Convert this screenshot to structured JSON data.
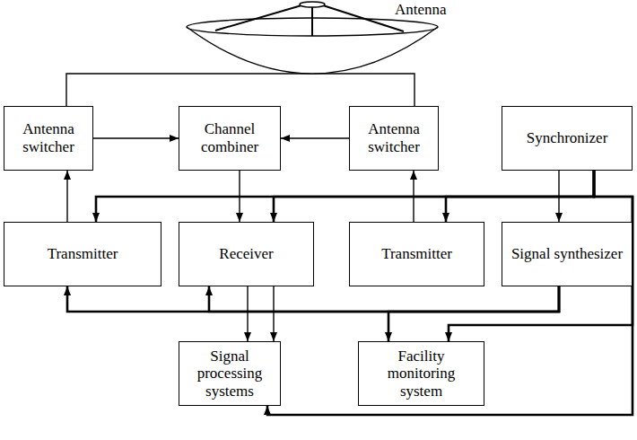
{
  "diagram": {
    "nodes": [
      {
        "text": [
          "Antenna"
        ]
      },
      {
        "text": [
          "Antenna switcher"
        ]
      },
      {
        "text": [
          "Channel combiner"
        ]
      },
      {
        "text": [
          "Antenna switcher"
        ]
      },
      {
        "text": [
          "Synchronizer"
        ]
      },
      {
        "text": [
          "Transmitter"
        ]
      },
      {
        "text": [
          "Receiver"
        ]
      },
      {
        "text": [
          "Transmitter"
        ]
      },
      {
        "text": [
          "Signal synthesizer"
        ]
      },
      {
        "text": [
          "Signal processing systems"
        ]
      },
      {
        "text": [
          "Facility monitoring system"
        ]
      }
    ],
    "edges": [
      {
        "from": 0,
        "to": 1,
        "arrow": "none"
      },
      {
        "from": 0,
        "to": 3,
        "arrow": "none"
      },
      {
        "from": 1,
        "to": 2,
        "arrow": "to"
      },
      {
        "from": 3,
        "to": 2,
        "arrow": "to"
      },
      {
        "from": 5,
        "to": 1,
        "arrow": "to"
      },
      {
        "from": 2,
        "to": 6,
        "arrow": "to"
      },
      {
        "from": 7,
        "to": 3,
        "arrow": "to"
      },
      {
        "from": 4,
        "to": 8,
        "arrow": "to"
      },
      {
        "from": 4,
        "to": 5,
        "arrow": "to"
      },
      {
        "from": 4,
        "to": 6,
        "arrow": "to"
      },
      {
        "from": 4,
        "to": 7,
        "arrow": "to"
      },
      {
        "from": 4,
        "to": 10,
        "arrow": "to"
      },
      {
        "from": 4,
        "to": 9,
        "arrow": "to"
      },
      {
        "from": 8,
        "to": 5,
        "arrow": "to"
      },
      {
        "from": 8,
        "to": 6,
        "arrow": "to"
      },
      {
        "from": 8,
        "to": 10,
        "arrow": "to"
      },
      {
        "from": 6,
        "to": 9,
        "arrow": "to"
      },
      {
        "from": 6,
        "to": 9,
        "arrow": "to"
      }
    ]
  }
}
